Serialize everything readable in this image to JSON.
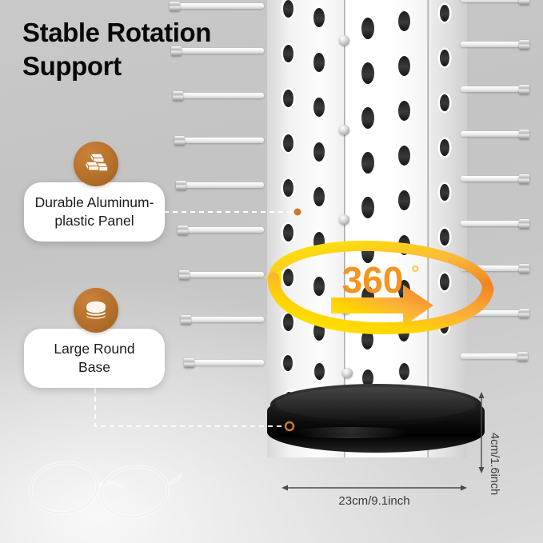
{
  "title": {
    "line1": "Stable Rotation",
    "line2": "Support"
  },
  "callouts": [
    {
      "icon": "aluminum-ingots-icon",
      "label": "Durable Aluminum-plastic Panel",
      "label_line1": "Durable Aluminum-",
      "label_line2": "plastic Panel"
    },
    {
      "icon": "round-base-stack-icon",
      "label": "Large Round Base",
      "label_line1": "Large Round",
      "label_line2": "Base"
    }
  ],
  "rotation": {
    "value": "360",
    "degree_symbol": "°",
    "full_label": "360°"
  },
  "dimensions": {
    "height": "4cm/1.6inch",
    "diameter": "23cm/9.1inch"
  },
  "colors": {
    "badge_orange": "#b5702a",
    "accent_marker": "#c97a2a",
    "rotation_start": "#ffe800",
    "rotation_end": "#f07c1e",
    "card_background": "#ffffff",
    "title_text": "#080808",
    "base_black": "#121212",
    "background_gray": "#c8c8c8"
  }
}
